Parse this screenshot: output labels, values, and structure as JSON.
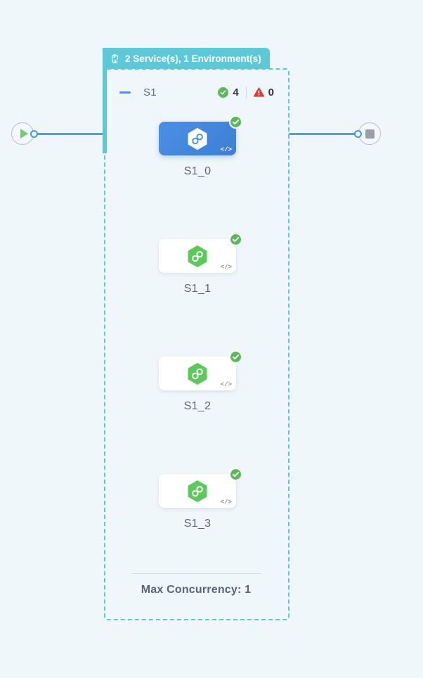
{
  "canvas": {
    "background_color": "#f0f7fa"
  },
  "start_node": {
    "name": "start",
    "icon": "play-icon",
    "port": "output-port"
  },
  "end_node": {
    "name": "end",
    "icon": "stop-icon",
    "port": "input-port"
  },
  "group": {
    "header": {
      "icon": "loop-icon",
      "label": "2 Service(s), 1 Environment(s)",
      "background_color": "#5cc8d8",
      "text_color": "#ffffff"
    },
    "border_color": "#5cc8d8",
    "service": {
      "collapse_toggle": "minus-icon",
      "name": "S1",
      "counters": {
        "success_icon": "check-circle-icon",
        "success_count": "4",
        "error_icon": "warning-triangle-icon",
        "error_count": "0",
        "success_color": "#5cb85c",
        "error_color": "#e03b31"
      }
    },
    "tasks": [
      {
        "label": "S1_0",
        "selected": true,
        "status": "success",
        "status_icon": "check-badge-icon",
        "type_icon": "code-icon",
        "type_glyph": "</>",
        "hex_color": "#ffffff",
        "card_color": "#4a90e2"
      },
      {
        "label": "S1_1",
        "selected": false,
        "status": "success",
        "status_icon": "check-badge-icon",
        "type_icon": "code-icon",
        "type_glyph": "</>",
        "hex_color": "#5cc95c",
        "card_color": "#ffffff"
      },
      {
        "label": "S1_2",
        "selected": false,
        "status": "success",
        "status_icon": "check-badge-icon",
        "type_icon": "code-icon",
        "type_glyph": "</>",
        "hex_color": "#5cc95c",
        "card_color": "#ffffff"
      },
      {
        "label": "S1_3",
        "selected": false,
        "status": "success",
        "status_icon": "check-badge-icon",
        "type_icon": "code-icon",
        "type_glyph": "</>",
        "hex_color": "#5cc95c",
        "card_color": "#ffffff"
      }
    ],
    "footer": {
      "max_concurrency_label": "Max Concurrency: 1"
    }
  }
}
